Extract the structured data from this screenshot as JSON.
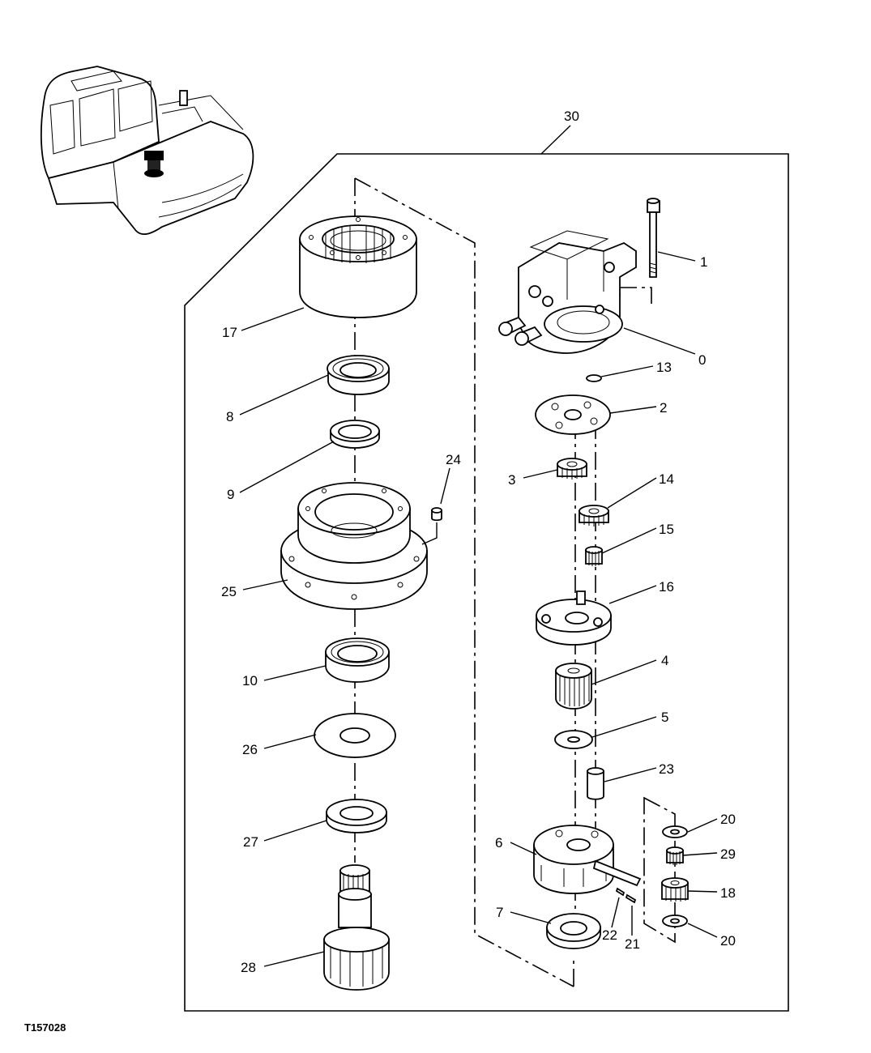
{
  "figure": {
    "id": "T157028"
  },
  "assembly_label": "30",
  "callouts": [
    {
      "key": "c1",
      "text": "1"
    },
    {
      "key": "c0",
      "text": "0"
    },
    {
      "key": "c13",
      "text": "13"
    },
    {
      "key": "c2",
      "text": "2"
    },
    {
      "key": "c3",
      "text": "3"
    },
    {
      "key": "c14",
      "text": "14"
    },
    {
      "key": "c15",
      "text": "15"
    },
    {
      "key": "c16",
      "text": "16"
    },
    {
      "key": "c4",
      "text": "4"
    },
    {
      "key": "c5",
      "text": "5"
    },
    {
      "key": "c23",
      "text": "23"
    },
    {
      "key": "c20a",
      "text": "20"
    },
    {
      "key": "c29",
      "text": "29"
    },
    {
      "key": "c6",
      "text": "6"
    },
    {
      "key": "c18",
      "text": "18"
    },
    {
      "key": "c7",
      "text": "7"
    },
    {
      "key": "c22",
      "text": "22"
    },
    {
      "key": "c21",
      "text": "21"
    },
    {
      "key": "c20b",
      "text": "20"
    },
    {
      "key": "c17",
      "text": "17"
    },
    {
      "key": "c8",
      "text": "8"
    },
    {
      "key": "c9",
      "text": "9"
    },
    {
      "key": "c24",
      "text": "24"
    },
    {
      "key": "c25",
      "text": "25"
    },
    {
      "key": "c10",
      "text": "10"
    },
    {
      "key": "c26",
      "text": "26"
    },
    {
      "key": "c27",
      "text": "27"
    },
    {
      "key": "c28",
      "text": "28"
    }
  ]
}
